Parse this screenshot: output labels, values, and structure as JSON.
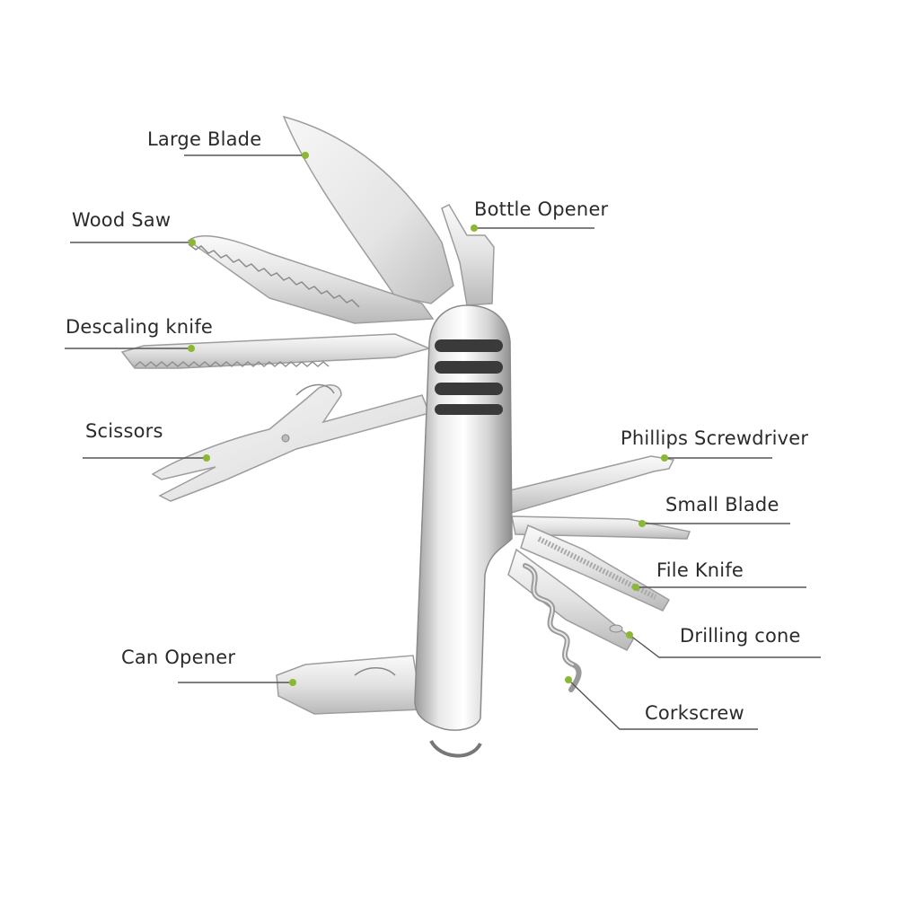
{
  "colors": {
    "leader_line": "#555555",
    "marker_dot": "#8ab832",
    "steel_light": "#f4f4f4",
    "steel_mid": "#cfcfcf",
    "steel_dark": "#8a8a8a",
    "handle_grip": "#3a3a3a"
  },
  "labels": {
    "large_blade": "Large Blade",
    "wood_saw": "Wood Saw",
    "descaling_knife": "Descaling knife",
    "scissors": "Scissors",
    "can_opener": "Can Opener",
    "bottle_opener": "Bottle Opener",
    "phillips_screwdriver": "Phillips Screwdriver",
    "small_blade": "Small Blade",
    "file_knife": "File Knife",
    "drilling_cone": "Drilling cone",
    "corkscrew": "Corkscrew"
  }
}
